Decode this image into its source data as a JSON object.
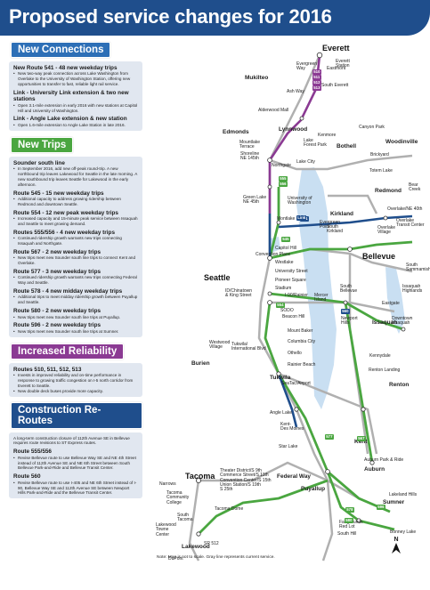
{
  "title": "Proposed service changes for 2016",
  "colors": {
    "header": "#1f4e8c",
    "new_connections": "#2d6fb6",
    "new_trips": "#4aa640",
    "reliability": "#8b3a93",
    "reroutes": "#1f4e8c",
    "current_route": "#aaaaaa",
    "water": "#c9dff2"
  },
  "sections": [
    {
      "heading": "New Connections",
      "color": "blue",
      "items": [
        {
          "title": "New Route 541 - 48 new weekday trips",
          "bullets": [
            "New two-way peak connection across Lake Washington from Overlake to the University of Washington Station, offering new opportunities to transfer to fast, reliable light rail service."
          ]
        },
        {
          "title": "Link - University Link extension & two new stations",
          "bullets": [
            "Open 3.1-mile extension in early 2016 with new stations at Capitol Hill and University of Washington."
          ]
        },
        {
          "title": "Link - Angle Lake extension & new station",
          "bullets": [
            "Open 1.6-mile extension to Angle Lake Station in late 2016."
          ]
        }
      ]
    },
    {
      "heading": "New Trips",
      "color": "green",
      "items": [
        {
          "title": "Sounder south line",
          "bullets": [
            "In September 2016, add new off-peak round-trip. A new northbound trip leaves Lakewood for Seattle in the late morning. A new southbound trip leaves Seattle for Lakewood in the early afternoon."
          ]
        },
        {
          "title": "Route 545 - 15 new weekday trips",
          "bullets": [
            "Additional capacity to address growing ridership between Redmond and downtown Seattle."
          ]
        },
        {
          "title": "Route 554 - 12 new peak weekday trips",
          "bullets": [
            "Increased capacity and 15-minute peak service between Issaquah and Seattle to meet growing demand."
          ]
        },
        {
          "title": "Routes 555/556 - 4 new weekday trips",
          "bullets": [
            "Continued ridership growth warrants new trips connecting Issaquah and Northgate."
          ]
        },
        {
          "title": "Route 567 - 2 new weekday trips",
          "bullets": [
            "New trips meet new Sounder south line trips to connect Kent and Overlake."
          ]
        },
        {
          "title": "Route 577 - 3 new weekday trips",
          "bullets": [
            "Continued ridership growth warrants new trips connecting Federal Way and Seattle."
          ]
        },
        {
          "title": "Route 578 - 4 new midday weekday trips",
          "bullets": [
            "Additional trips to meet midday ridership growth between Puyallup and Seattle."
          ]
        },
        {
          "title": "Route 580 - 2 new weekday trips",
          "bullets": [
            "New trips meet new Sounder south line trips at Puyallup."
          ]
        },
        {
          "title": "Route 596 - 2 new weekday trips",
          "bullets": [
            "New trips meet new Sounder south line trips at Sumner."
          ]
        }
      ]
    },
    {
      "heading": "Increased Reliability",
      "color": "purple",
      "items": [
        {
          "title": "Routes 510, 511, 512, 513",
          "bullets": [
            "Invests in improved reliability and on-time performance in response to growing traffic congestion on I-5 north corridor from Everett to Seattle.",
            "New double deck buses provide more capacity."
          ]
        }
      ]
    },
    {
      "heading": "Construction Re-Routes",
      "color": "navy",
      "intro": "A long-term construction closure of 112th Avenue SE in Bellevue requires route revisions to ST Express routes.",
      "items": [
        {
          "title": "Route 555/556",
          "bullets": [
            "Revise Bellevue route to use Bellevue Way SE and NE 4th Street instead of 112th Avenue SE and NE 6th Street between South Bellevue Park-and-Ride and Bellevue Transit Center."
          ]
        },
        {
          "title": "Route 560",
          "bullets": [
            "Revise Bellevue route to use I-405 and NE 6th Street instead of I-90, Bellevue Way SE and 112th Avenue SE between Newport Hills Park-and-Ride and the Bellevue Transit Center."
          ]
        }
      ]
    }
  ],
  "map": {
    "big_labels": {
      "everett": "Everett",
      "seattle": "Seattle",
      "bellevue": "Bellevue",
      "tacoma": "Tacoma"
    },
    "mid_labels": {
      "mukilteo": "Mukilteo",
      "redmond": "Redmond",
      "issaquah": "Issaquah",
      "kent": "Kent",
      "auburn": "Auburn",
      "puyallup": "Puyallup",
      "lakewood": "Lakewood",
      "federal_way": "Federal Way",
      "sumner": "Sumner",
      "tukwila": "Tukwila",
      "renton": "Renton",
      "burien": "Burien",
      "woodinville": "Woodinville",
      "bothell": "Bothell",
      "kirkland": "Kirkland",
      "lynnwood": "Lynnwood",
      "edmonds": "Edmonds"
    },
    "small_labels": {
      "everett_station": "Everett\nStation",
      "eastmont": "Eastmont",
      "evergreen_way": "Evergreen\nWay",
      "south_everett": "South Everett",
      "ash_way": "Ash Way",
      "alderwood": "Alderwood Mall",
      "mountlake": "Mountlake\nTerrace",
      "shoreline": "Shoreline\nNE 145th",
      "lake_forest": "Lake\nForest Park",
      "kenmore": "Kenmore",
      "canyon_park": "Canyon Park",
      "brickyard": "Brickyard",
      "totem_lake": "Totem Lake",
      "lake_city": "Lake City",
      "northgate": "Northgate",
      "uw": "University of\nWashington",
      "green_lake": "Green Lake\nNE 45th",
      "montlake": "Montlake",
      "evergreen_point": "Evergreen\nPoint",
      "south_kirkland": "South\nKirkland",
      "bear_creek": "Bear\nCreek",
      "overlake_40th": "Overlake/NE 40th",
      "overlake_tc": "Overlake\nTransit Center",
      "overlake_village": "Overlake\nVillage",
      "capitol_hill": "Capitol Hill",
      "convention_place": "Convention Place",
      "westlake": "Westlake",
      "university_street": "University Street",
      "pioneer_square": "Pioneer Square",
      "id_chinatown": "ID/Chinatown\n& King Street",
      "stadium": "Stadium",
      "i90_rainier": "I-90/Rainier",
      "sodo": "SODO",
      "mercer_island": "Mercer\nIsland",
      "south_bellevue": "South\nBellevue",
      "eastgate": "Eastgate",
      "south_sammamish": "South\nSammamish",
      "issaquah_highlands": "Issaquah\nHighlands",
      "downtown_issaquah": "Downtown\nIssaquah",
      "newport_hills": "Newport\nHills",
      "beacon_hill": "Beacon Hill",
      "mount_baker": "Mount Baker",
      "columbia_city": "Columbia City",
      "othello": "Othello",
      "rainier_beach": "Rainier Beach",
      "westwood": "Westwood\nVillage",
      "tukwila_intl": "Tukwila/\nInternational Blvd",
      "seatac": "SeaTac/Airport",
      "angle_lake": "Angle Lake",
      "kent_des_moines": "Kent-\nDes Moines",
      "star_lake": "Star Lake",
      "kennydale": "Kennydale",
      "renton_landing": "Renton Landing",
      "auburn_pr": "Auburn Park & Ride",
      "theater": "Theater District/S 9th\nCommerce Street/S 11th\nConvention Center/S 15th\nUnion Station/S 19th\nS 25th",
      "narrows": "Narrows",
      "tcc": "Tacoma\nCommunity\nCollege",
      "tacoma_dome": "Tacoma Dome",
      "lakeland_hills": "Lakeland Hills",
      "bonney_lake": "Bonney Lake",
      "fairgrounds": "Fairgrounds\nRed Lot",
      "south_hill": "South Hill",
      "south_tacoma": "South\nTacoma",
      "lakewood_tc": "Lakewood\nTowne\nCenter",
      "sr512": "SR 512",
      "dupont": "DuPont"
    },
    "route_badges": [
      "510",
      "511",
      "512",
      "513",
      "541",
      "545",
      "554",
      "555",
      "556",
      "560",
      "567",
      "577",
      "578",
      "580",
      "596",
      "Link"
    ],
    "note": "Note: Map is not to scale. Gray line represents current service.",
    "north": "N"
  }
}
